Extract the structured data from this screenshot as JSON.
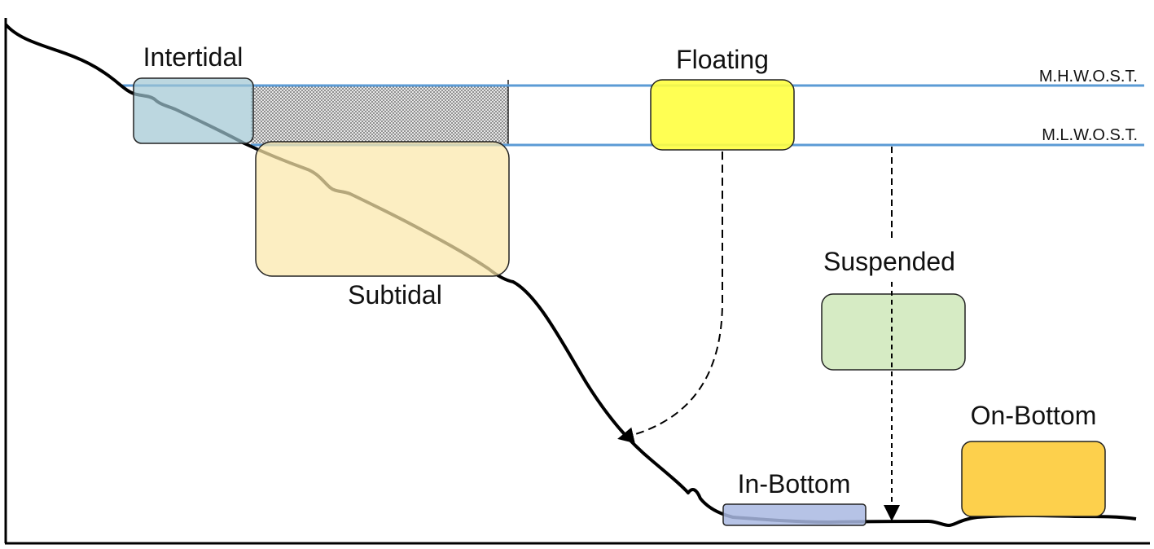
{
  "water_levels": {
    "high": "M.H.W.O.S.T.",
    "low": "M.L.W.O.S.T."
  },
  "zones": {
    "intertidal": "Intertidal",
    "subtidal": "Subtidal",
    "floating": "Floating",
    "suspended": "Suspended",
    "in_bottom": "In-Bottom",
    "on_bottom": "On-Bottom"
  },
  "colors": {
    "water_line": "#5b9bd5",
    "seabed": "#000000",
    "intertidal_fill": "#9fc6d3",
    "subtidal_fill": "#fbe7ab",
    "floating_fill": "#ffff40",
    "suspended_fill": "#d6ebc4",
    "in_bottom_fill": "#a9b9e2",
    "on_bottom_fill": "#fdd04c",
    "stipple": "#bfbfbf"
  }
}
